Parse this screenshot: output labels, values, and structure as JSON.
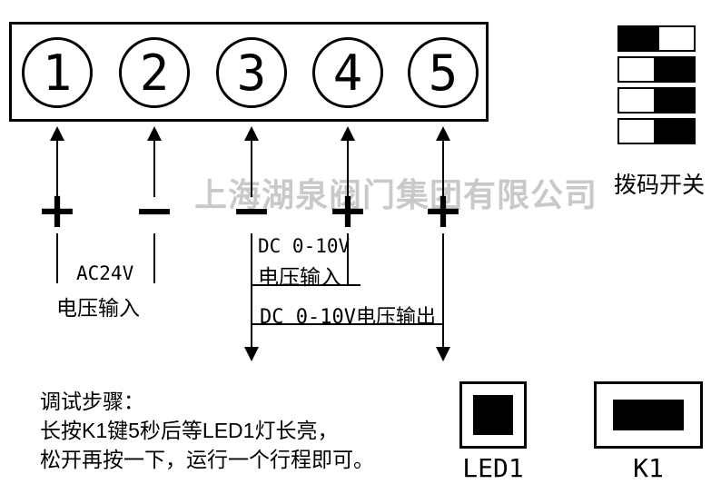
{
  "watermark": "上海湖泉阀门集团有限公司",
  "colors": {
    "line": "#000000",
    "watermark": "#c9c9c9"
  },
  "terminal_block": {
    "terminals": [
      {
        "number": "1",
        "polarity": "+"
      },
      {
        "number": "2",
        "polarity": "−"
      },
      {
        "number": "3",
        "polarity": "−"
      },
      {
        "number": "4",
        "polarity": "+"
      },
      {
        "number": "5",
        "polarity": "+"
      }
    ]
  },
  "wiring": {
    "ac_label_line1": "AC24V",
    "ac_label_line2": "电压输入",
    "dc_input_line1": "DC 0-10V",
    "dc_input_line2": "电压输入",
    "dc_output_label": "DC 0-10V电压输出"
  },
  "dip_switch": {
    "label": "拨码开关",
    "rows": [
      "left",
      "right",
      "right",
      "right"
    ]
  },
  "instructions": {
    "title": "调试步骤：",
    "step1": "长按K1键5秒后等LED1灯长亮，",
    "step2": "松开再按一下，运行一个行程即可。"
  },
  "indicators": {
    "led_label": "LED1",
    "button_label": "K1"
  }
}
